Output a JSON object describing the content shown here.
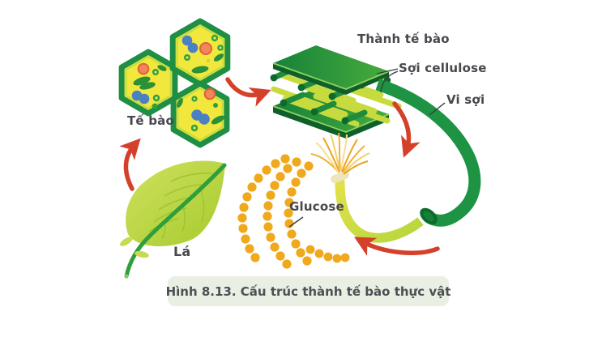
{
  "figure": {
    "caption": "Hình 8.13. Cấu trúc thành tế bào thực vật",
    "labels": {
      "cells": "Tế bào",
      "cell_wall": "Thành tế bào",
      "cellulose_fiber": "Sợi cellulose",
      "microfibril": "Vi sợi",
      "glucose": "Glucose",
      "leaf": "Lá"
    },
    "colors": {
      "diagram_green_dark": "#1e8f44",
      "diagram_green_light": "#c8db3e",
      "cell_fill_yellow": "#f2e73c",
      "glucose_orange": "#f0a81c",
      "arrow_red": "#d5402b",
      "caption_background": "#e9efe2",
      "label_text": "#47484d"
    }
  }
}
